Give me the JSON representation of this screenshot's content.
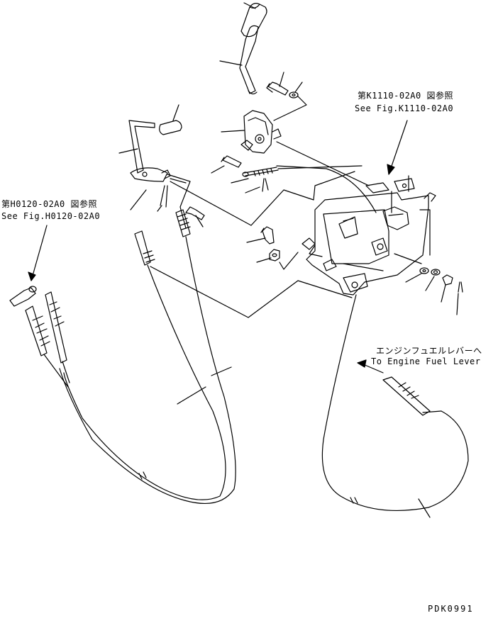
{
  "refs": {
    "k1110": {
      "jp": "第K1110-02A0 図参照",
      "en": "See Fig.K1110-02A0"
    },
    "h0120": {
      "jp": "第H0120-02A0 図参照",
      "en": "See Fig.H0120-02A0"
    }
  },
  "engine": {
    "jp": "エンジンフュエルレバーへ",
    "en": "To Engine Fuel Lever"
  },
  "drawing_code": "PDK0991"
}
